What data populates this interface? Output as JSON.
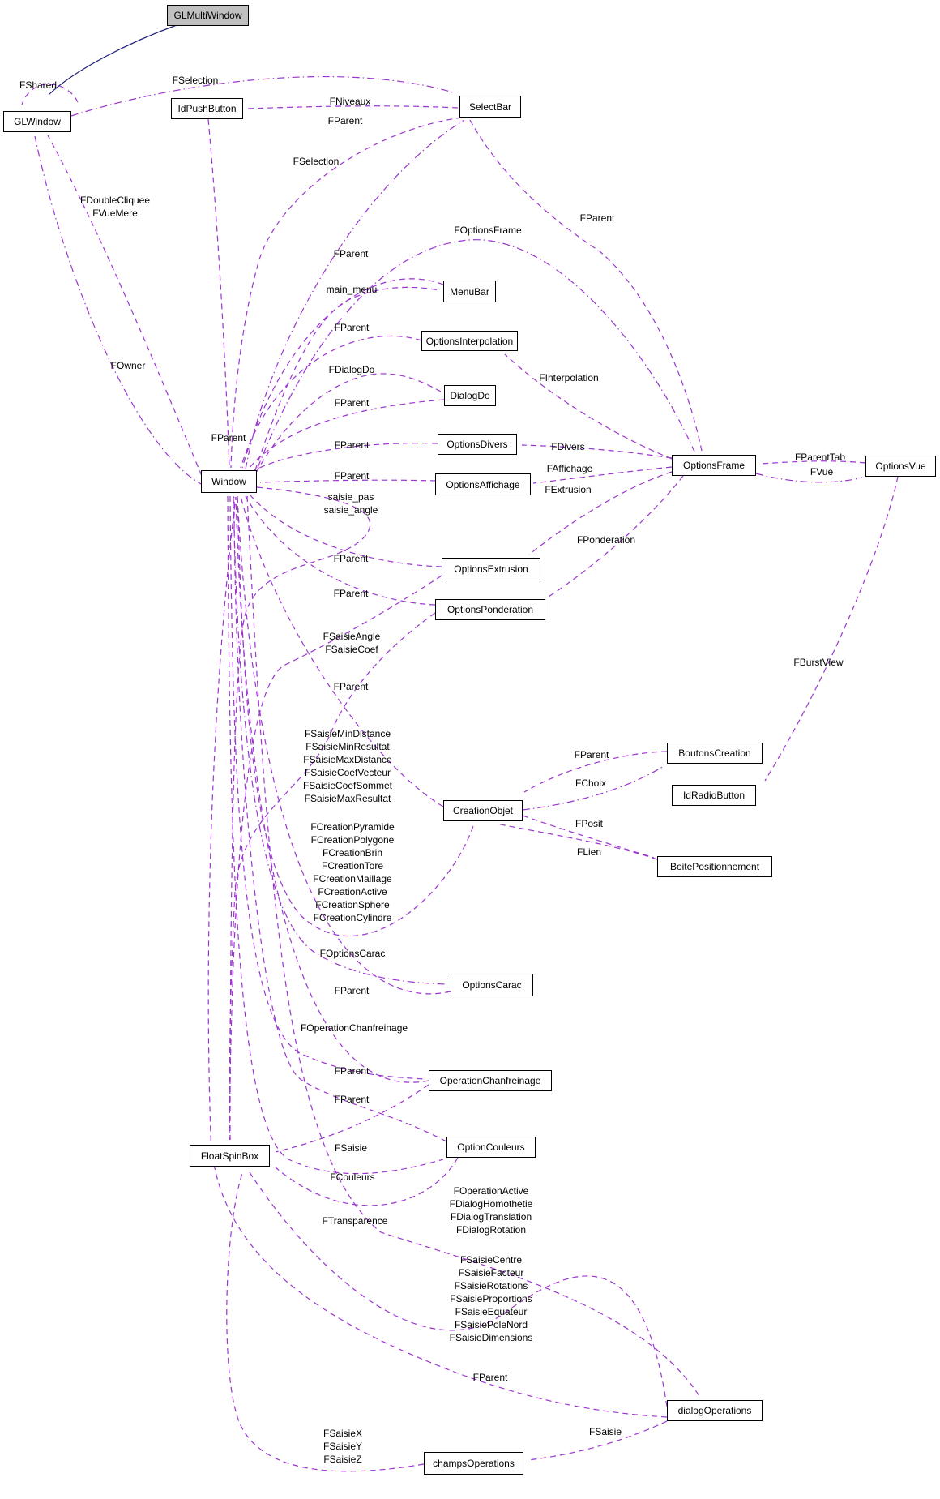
{
  "colors": {
    "edge_purple": "#9c35d0",
    "inheritance_navy": "#22227a",
    "main_node_fill": "#c0c0c0",
    "node_fill": "#ffffff",
    "node_border": "#000000"
  },
  "nodes": {
    "glmultiwindow": "GLMultiWindow",
    "glwindow": "GLWindow",
    "idpushbutton": "IdPushButton",
    "selectbar": "SelectBar",
    "menubar": "MenuBar",
    "optionsinterpolation": "OptionsInterpolation",
    "dialogdo": "DialogDo",
    "optionsdivers": "OptionsDivers",
    "optionsaffichage": "OptionsAffichage",
    "optionsframe": "OptionsFrame",
    "optionsvue": "OptionsVue",
    "optionsextrusion": "OptionsExtrusion",
    "optionsponderation": "OptionsPonderation",
    "creationobjet": "CreationObjet",
    "boutonscreation": "BoutonsCreation",
    "idradiobutton": "IdRadioButton",
    "boitepositionnement": "BoitePositionnement",
    "optionscarac": "OptionsCarac",
    "operationchanfreinage": "OperationChanfreinage",
    "optioncouleurs": "OptionCouleurs",
    "floatspinbox": "FloatSpinBox",
    "window": "Window",
    "dialogoperations": "dialogOperations",
    "champsoperations": "champsOperations"
  },
  "edge_labels": {
    "fshared": "FShared",
    "fselection_top": "FSelection",
    "fniveaux": "FNiveaux",
    "fparent_selectbar": "FParent",
    "fselection_window": "FSelection",
    "fdoublecliquee_block": [
      "FDoubleCliquee",
      "FVueMere"
    ],
    "fowner": "FOwner",
    "fparent_optionsframe": "FParent",
    "foptionsframe": "FOptionsFrame",
    "fparent_menubar": "FParent",
    "main_menu": "main_menu",
    "fparent_interp": "FParent",
    "fdialogdo": "FDialogDo",
    "fparent_dialogdo": "FParent",
    "fparent_divers": "FParent",
    "fparent_window_top": "FParent",
    "fparent_affichage": "FParent",
    "saisie_block": [
      "saisie_pas",
      "saisie_angle"
    ],
    "finterpolation": "FInterpolation",
    "fdivers": "FDivers",
    "faffichage": "FAffichage",
    "fextrusion": "FExtrusion",
    "fponderation": "FPonderation",
    "fparenttab": "FParentTab",
    "fvue": "FVue",
    "fparent_extrusion": "FParent",
    "fparent_ponderation": "FParent",
    "fsaisieangle_block": [
      "FSaisieAngle",
      "FSaisieCoef"
    ],
    "fparent_creation": "FParent",
    "fsaisiemin_block": [
      "FSaisieMinDistance",
      "FSaisieMinResultat",
      "FSaisieMaxDistance",
      "FSaisieCoefVecteur",
      "FSaisieCoefSommet",
      "FSaisieMaxResultat"
    ],
    "fparent_boutons": "FParent",
    "fchoix": "FChoix",
    "fposit": "FPosit",
    "flien": "FLien",
    "fburstview": "FBurstView",
    "fcreation_block": [
      "FCreationPyramide",
      "FCreationPolygone",
      "FCreationBrin",
      "FCreationTore",
      "FCreationMaillage",
      "FCreationActive",
      "FCreationSphere",
      "FCreationCylindre"
    ],
    "foptionscarac": "FOptionsCarac",
    "fparent_carac": "FParent",
    "foperationchanfreinage": "FOperationChanfreinage",
    "fparent_chanfreinage": "FParent",
    "fparent_couleurs": "FParent",
    "fsaisie_left": "FSaisie",
    "fcouleurs": "FCouleurs",
    "ftransparence": "FTransparence",
    "fdialog_block": [
      "FOperationActive",
      "FDialogHomothetie",
      "FDialogTranslation",
      "FDialogRotation"
    ],
    "fsaisiecentre_block": [
      "FSaisieCentre",
      "FSaisieFacteur",
      "FSaisieRotations",
      "FSaisieProportions",
      "FSaisieEquateur",
      "FSaisiePoleNord",
      "FSaisieDimensions"
    ],
    "fparent_dialogops": "FParent",
    "fsaisiexyz_block": [
      "FSaisieX",
      "FSaisieY",
      "FSaisieZ"
    ],
    "fsaisie_right": "FSaisie"
  }
}
